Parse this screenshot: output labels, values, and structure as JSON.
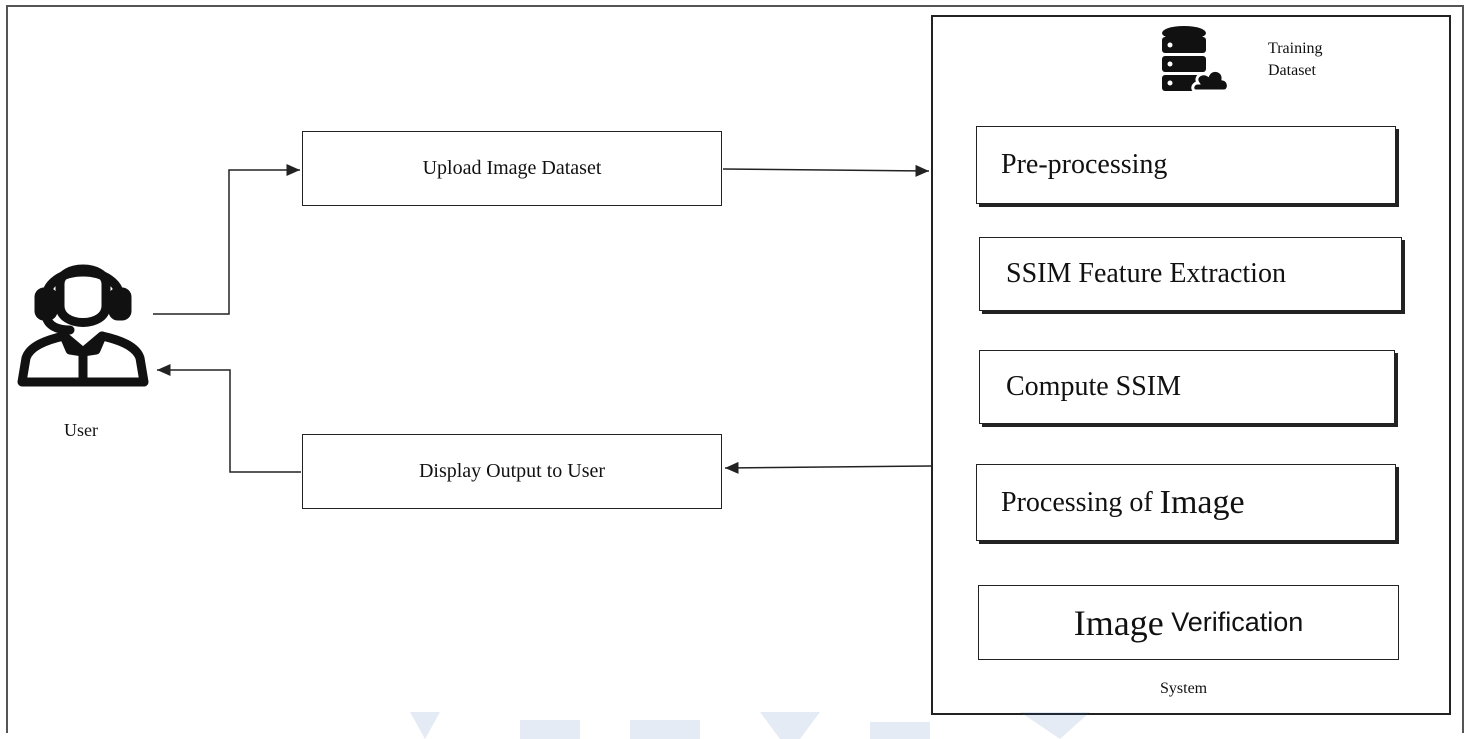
{
  "user": {
    "label": "User"
  },
  "inputs": {
    "upload_label": "Upload Image Dataset",
    "display_label": "Display Output to User"
  },
  "system": {
    "label": "System",
    "dataset_label_line1": "Training",
    "dataset_label_line2": "Dataset",
    "steps": [
      {
        "label": "Pre-processing"
      },
      {
        "label": "SSIM Feature Extraction"
      },
      {
        "label": "Compute SSIM"
      },
      {
        "label_prefix": "Processing of ",
        "label_emph": "Image"
      },
      {
        "label_emph": "Image",
        "label_suffix": " Verification"
      }
    ]
  }
}
